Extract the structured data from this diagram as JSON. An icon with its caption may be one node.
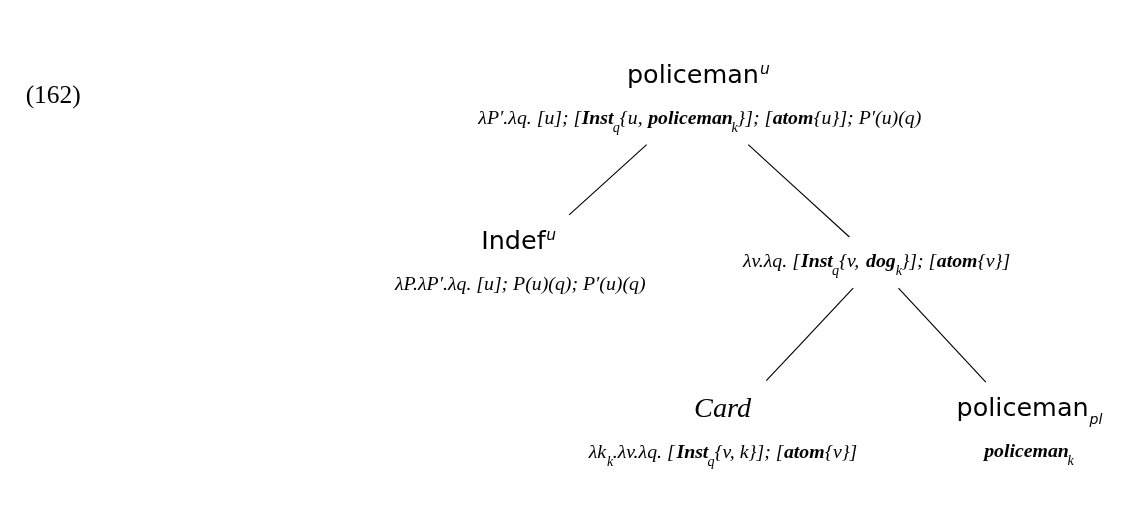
{
  "diagram": {
    "nodes": [
      {
        "text": [
          "policeman$^{u}$",
          "λP′.λq. [u]; [**Inst**$_{q}${u, **policeman**$_{k}$}]; [**atom**{u}]; P′(u)(q)"
        ]
      },
      {
        "text": [
          "Indef$^{u}$",
          "λP.λP′.λq. [u]; P(u)(q); P′(u)(q)"
        ]
      },
      {
        "text": [
          "λv.λq. [**Inst**$_{q}${v, **dog**$_{k}$}]; [**atom**{v}]"
        ]
      },
      {
        "text": [
          "Card",
          "λk$_{k}$.λv.λq. [**Inst**$_{q}${v, k}]; [**atom**{v}]"
        ]
      },
      {
        "text": [
          "policeman$_{pl}$",
          "**policeman**$_{k}$"
        ]
      }
    ],
    "edges": [
      {
        "from": 0,
        "to": 1,
        "arrow": "none"
      },
      {
        "from": 0,
        "to": 2,
        "arrow": "none"
      },
      {
        "from": 2,
        "to": 3,
        "arrow": "none"
      },
      {
        "from": 2,
        "to": 4,
        "arrow": "none"
      }
    ],
    "labels": [
      "(162)"
    ]
  }
}
